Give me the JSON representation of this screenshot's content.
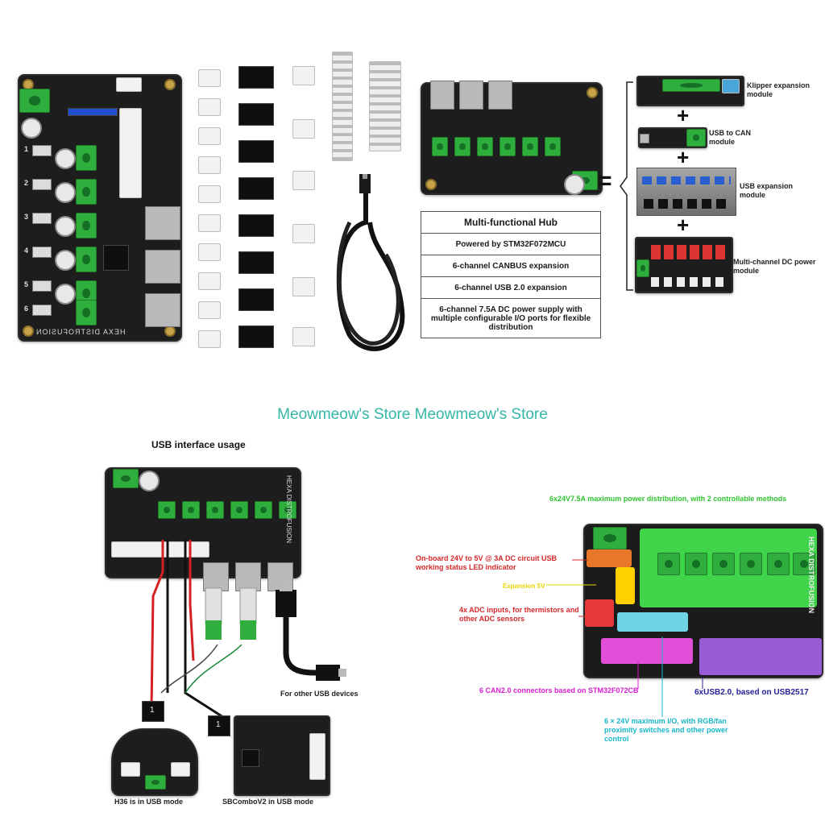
{
  "watermark": "Meowmeow's Store Meowmeow's Store",
  "board_silkscreen": "HEXA DISTROFUSION",
  "channel_numbers": [
    "1",
    "2",
    "3",
    "4",
    "5",
    "6"
  ],
  "hub_table": {
    "title": "Multi-functional Hub",
    "rows": [
      "Powered by STM32F072MCU",
      "6-channel CANBUS expansion",
      "6-channel USB 2.0 expansion",
      "6-channel 7.5A DC power supply with multiple configurable I/O ports for flexible distribution"
    ]
  },
  "modules": [
    "Klipper expansion module",
    "USB to CAN module",
    "USB expansion module",
    "Multi-channel DC power module"
  ],
  "equals": "=",
  "plus": "+",
  "usb_section": {
    "title": "USB interface usage",
    "other_devices": "For other USB devices",
    "h36_label": "H36 is in USB mode",
    "sbcombo_label": "SBComboV2 in USB mode",
    "cable_tag_1": "1",
    "cable_tag_2": "1"
  },
  "annotations": {
    "power_dist": "6x24V7.5A maximum power distribution, with 2 controllable methods",
    "dcdc": "On-board 24V to 5V @ 3A DC circuit USB working status LED indicator",
    "yellow_small": "Expansion 5V",
    "adc": "4x ADC inputs, for thermistors and other ADC sensors",
    "can": "6 CAN2.0 connectors based on STM32F072CB",
    "usb2": "6xUSB2.0, based on USB2517",
    "io": "6 × 24V maximum I/O, with RGB/fan proximity switches and other power control"
  },
  "colors": {
    "watermark": "#35b7a8",
    "ann_green": "#2ec42e",
    "ann_red": "#d6282c",
    "ann_magenta": "#d91ed1",
    "ann_blue": "#222299",
    "ann_cyan": "#18b6c9",
    "ann_yellow": "#e6d600"
  }
}
